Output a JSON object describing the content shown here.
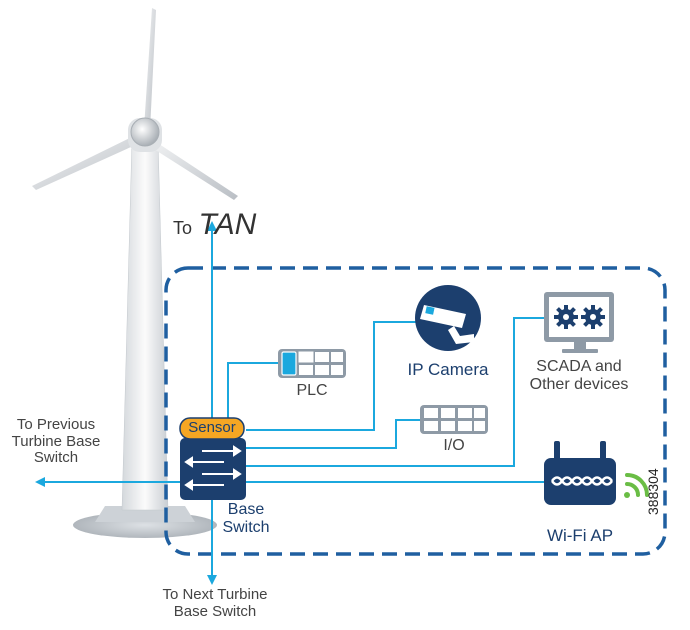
{
  "labels": {
    "to_prefix": "To",
    "to_tan": "TAN",
    "ip_camera": "IP Camera",
    "scada_line1": "SCADA and",
    "scada_line2": "Other devices",
    "plc": "PLC",
    "io": "I/O",
    "sensor": "Sensor",
    "base_switch_line1": "Base",
    "base_switch_line2": "Switch",
    "prev_line1": "To Previous",
    "prev_line2": "Turbine Base",
    "prev_line3": "Switch",
    "next_line1": "To Next Turbine",
    "next_line2": "Base Switch",
    "wifi_ap": "Wi-Fi AP",
    "figure_id": "388304"
  },
  "colors": {
    "link": "#1ba8de",
    "boundary": "#1f5fa0",
    "navy": "#1c3f6e",
    "sensor": "#f5a623",
    "wifi": "#6abd45",
    "device_gray": "#8e9aa6",
    "plc_accent": "#1ba8de"
  },
  "icons": {
    "turbine": "wind-turbine",
    "camera": "security-camera-icon",
    "scada": "monitor-gears-icon",
    "plc": "plc-module-icon",
    "io": "io-module-icon",
    "switch": "switch-arrows-icon",
    "ap": "wireless-access-point-icon",
    "signal": "wifi-signal-icon"
  }
}
